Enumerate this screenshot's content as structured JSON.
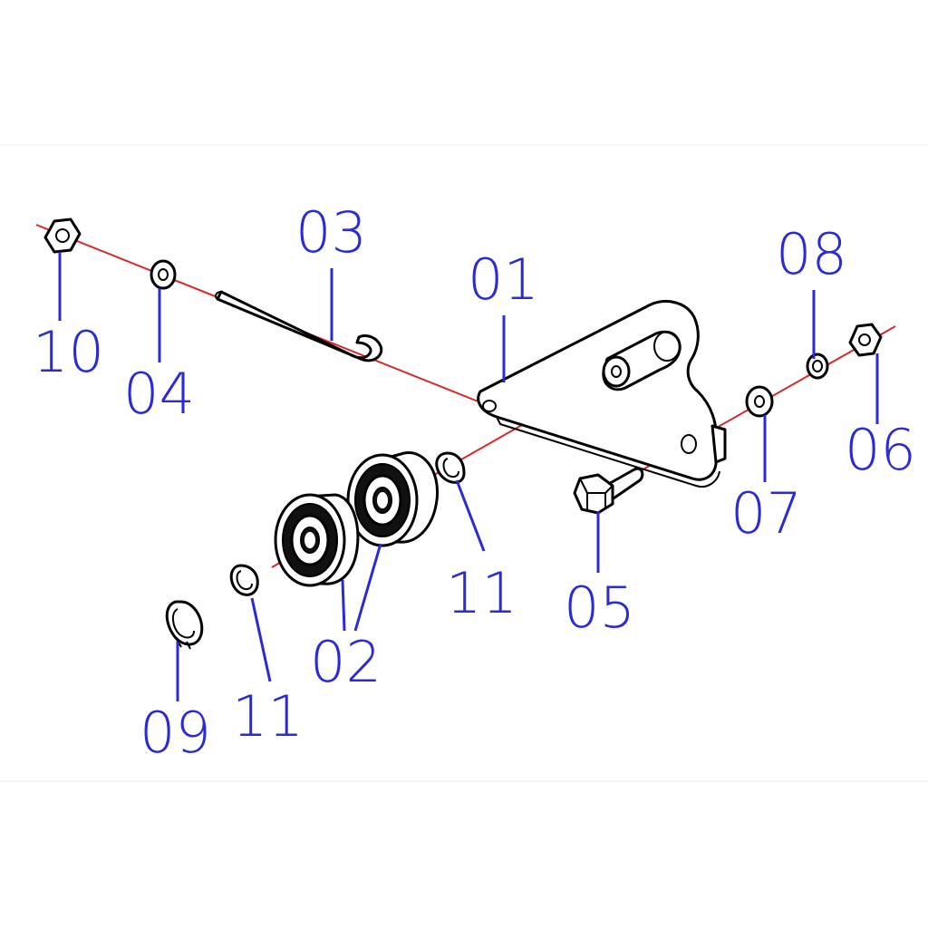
{
  "diagram": {
    "background": "#ffffff",
    "callout_color": "#2b2bd6",
    "axis_color": "#d62828",
    "labels": {
      "p01": "01",
      "p02": "02",
      "p03": "03",
      "p04": "04",
      "p05": "05",
      "p06": "06",
      "p07": "07",
      "p08": "08",
      "p09": "09",
      "p10": "10",
      "p11a": "11",
      "p11b": "11"
    }
  }
}
